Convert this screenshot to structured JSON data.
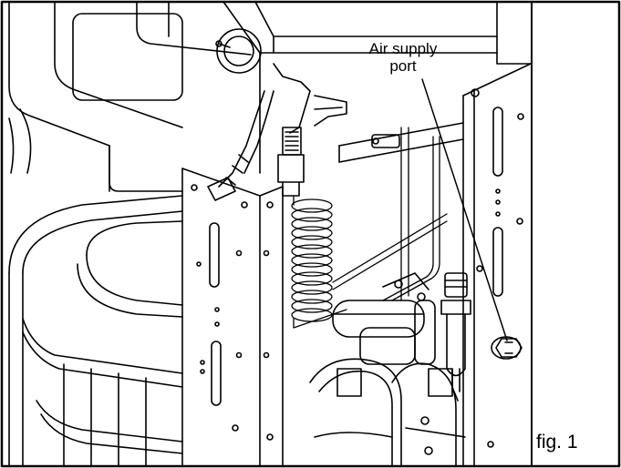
{
  "callout": {
    "line1": "Air supply",
    "line2": "port"
  },
  "figure_label": "fig. 1",
  "colors": {
    "line": "#000000",
    "background": "#ffffff"
  }
}
